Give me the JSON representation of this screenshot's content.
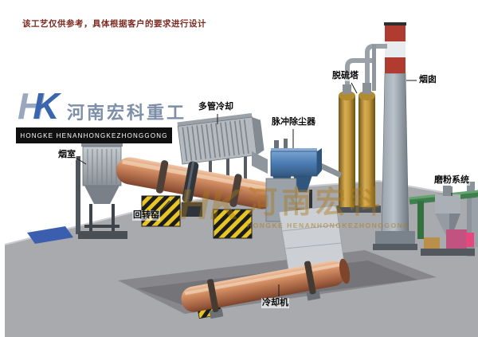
{
  "disclaimer": "该工艺仅供参考，具体根据客户的要求进行设计",
  "logo": {
    "h": "H",
    "k": "K",
    "company_cn": "河南宏科重工",
    "company_en": "HONGKE HENANHONGKEZHONGGONG"
  },
  "watermark": {
    "emblem": "HK",
    "company_cn": "河南宏科",
    "company_en": "HONGKE HENANHONGKEZHONGGONG"
  },
  "labels": {
    "smoke_chamber": "烟室",
    "multi_tube_cooler": "多管冷却",
    "pulse_dust_collector": "脉冲除尘器",
    "desulfurization_tower": "脱硫塔",
    "chimney": "烟囱",
    "grinding_system": "磨粉系统",
    "rotary_kiln": "回转窑",
    "cooling_machine": "冷却机"
  },
  "colors": {
    "platform": "#a9aaae",
    "kiln": "#d28d62",
    "dust_collector": "#4a7ab2",
    "tower": "#c69a3e",
    "chimney_band": "#b23b30",
    "pipe_green": "#3e7f4e",
    "accent_magenta": "#c2527f",
    "blue_plate": "#3b5fae",
    "hazard_yellow": "#e6c524"
  }
}
